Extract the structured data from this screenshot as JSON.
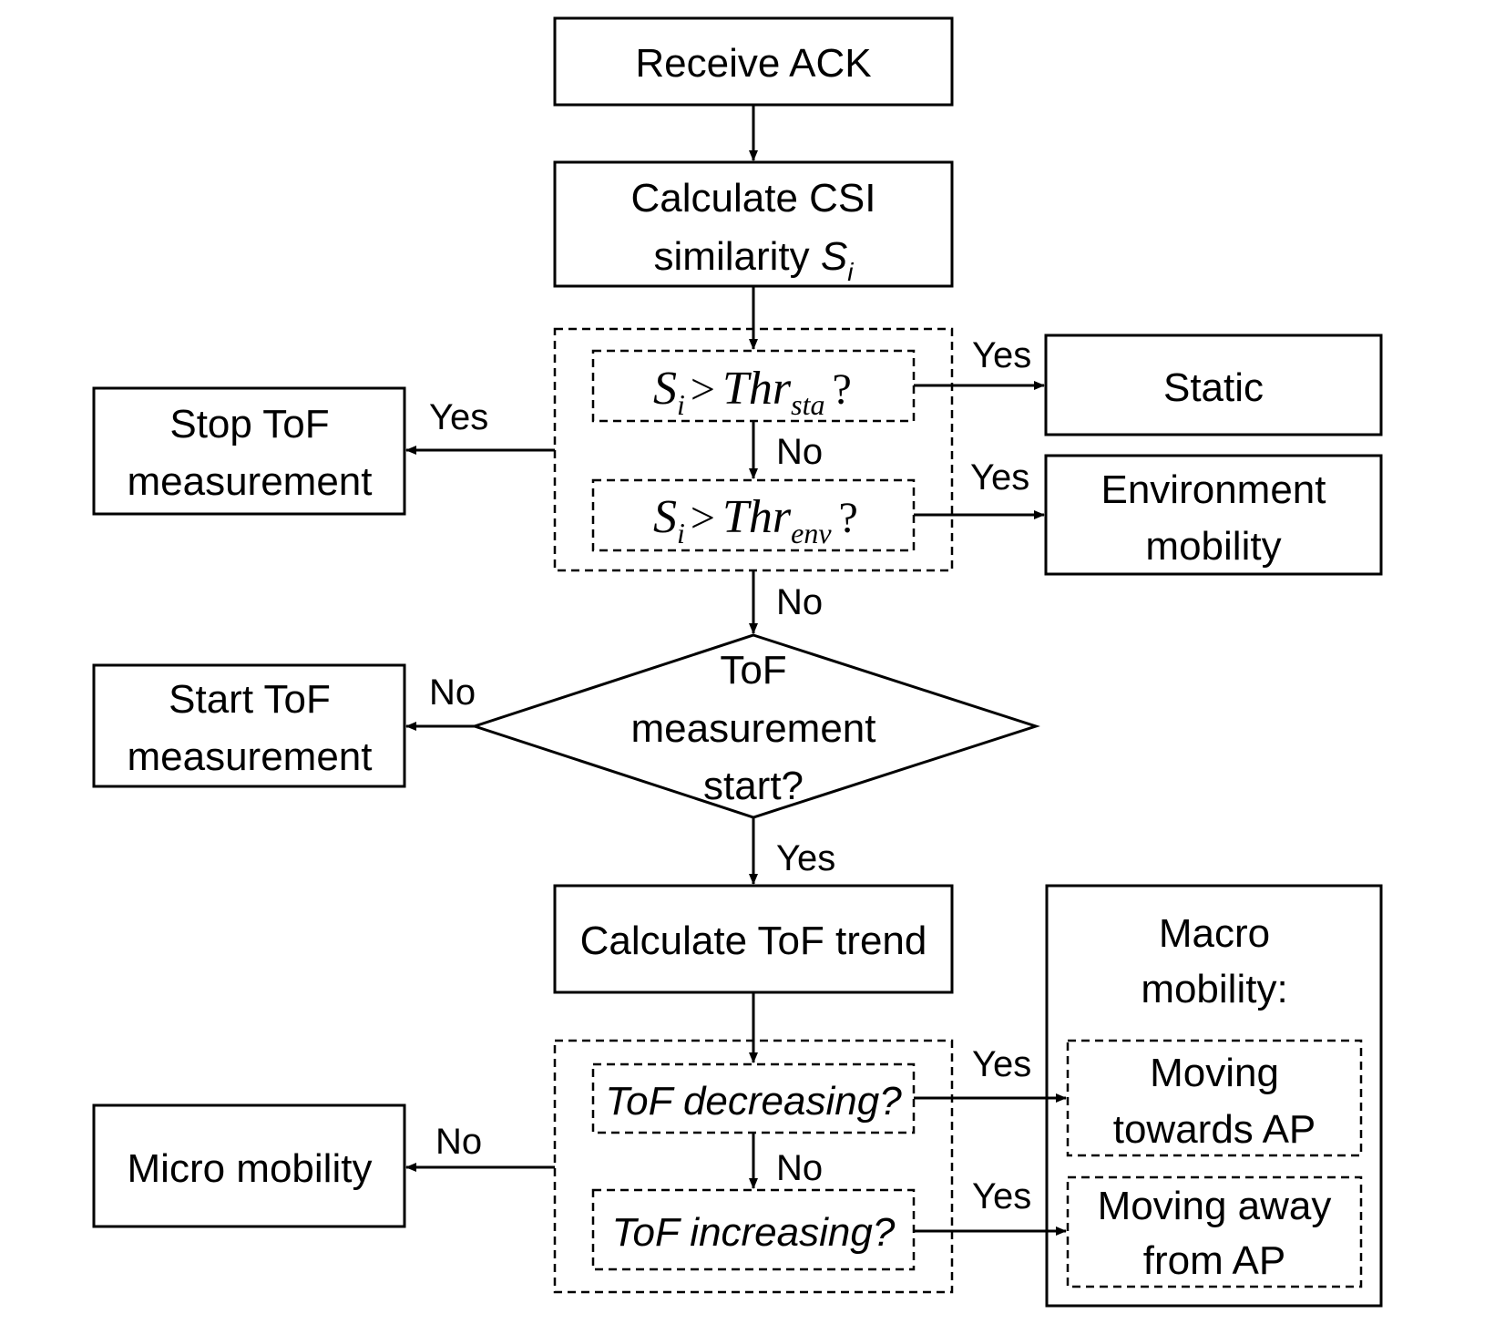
{
  "nodes": {
    "receive_ack": "Receive ACK",
    "calc_csi_line1": "Calculate CSI",
    "calc_csi_line2": "similarity",
    "calc_csi_var": "S",
    "calc_csi_sub": "i",
    "static": "Static",
    "env_line1": "Environment",
    "env_line2": "mobility",
    "stop_line1": "Stop ToF",
    "stop_line2": "measurement",
    "start_line1": "Start ToF",
    "start_line2": "measurement",
    "diamond_line1": "ToF",
    "diamond_line2": "measurement",
    "diamond_line3": "start?",
    "calc_tof_trend": "Calculate ToF trend",
    "tof_decreasing": "ToF decreasing?",
    "tof_increasing": "ToF increasing?",
    "micro": "Micro mobility",
    "macro_line1": "Macro",
    "macro_line2": "mobility:",
    "towards_line1": "Moving",
    "towards_line2": "towards AP",
    "away_line1": "Moving away",
    "away_line2": "from AP"
  },
  "conditions": {
    "sta": {
      "var": "S",
      "var_sub": "i",
      "op": ">",
      "thr": "Thr",
      "thr_sub": "sta",
      "q": "?"
    },
    "env": {
      "var": "S",
      "var_sub": "i",
      "op": ">",
      "thr": "Thr",
      "thr_sub": "env",
      "q": "?"
    }
  },
  "edges": {
    "sta_yes": "Yes",
    "sta_no": "No",
    "env_yes": "Yes",
    "env_no": "No",
    "stop_yes": "Yes",
    "start_no": "No",
    "diamond_yes": "Yes",
    "dec_yes": "Yes",
    "dec_no": "No",
    "inc_yes": "Yes",
    "micro_no": "No"
  }
}
